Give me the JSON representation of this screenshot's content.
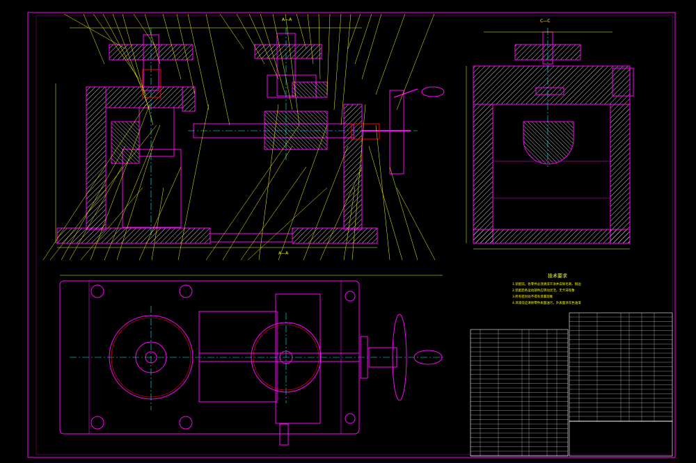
{
  "window": {
    "title": ""
  },
  "colors": {
    "background": "#000000",
    "outline": "#ff00ff",
    "leader": "#ffff00",
    "center": "#00ffff",
    "highlight": "#ff0000",
    "hatch": "#ffffff"
  },
  "section_label": "A—A",
  "view_label": "C—C",
  "technical_notes": {
    "title": "技术要求",
    "lines": [
      "1.装配前，各零件必须清洗干净并去除毛刺、锐边",
      "2.装配后各运动部件应转动灵活，无卡滞现象",
      "3.所有密封处不得有渗漏现象",
      "4.涂漆前应清除零件表面油污，外表面涂灰色油漆"
    ]
  }
}
